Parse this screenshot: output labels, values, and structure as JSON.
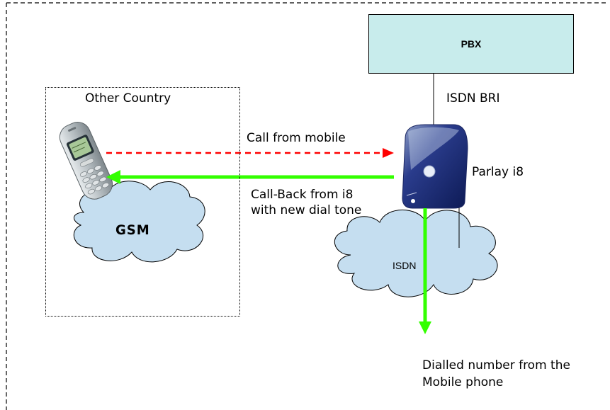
{
  "nodes": {
    "pbx": "PBX",
    "parlay": "Parlay i8",
    "gsm": "GSM",
    "isdn": "ISDN",
    "region": "Other Country"
  },
  "links": {
    "isdn_bri": "ISDN BRI",
    "call_from_mobile": "Call from mobile",
    "callback_line1": "Call-Back from i8",
    "callback_line2": "with new dial tone",
    "dialled_line1": "Dialled number from the",
    "dialled_line2": "Mobile phone"
  },
  "colors": {
    "pbx_fill": "#c8ecec",
    "cloud_fill": "#c5def0",
    "call_arrow": "#ff0000",
    "callback_arrow": "#33ff00"
  }
}
